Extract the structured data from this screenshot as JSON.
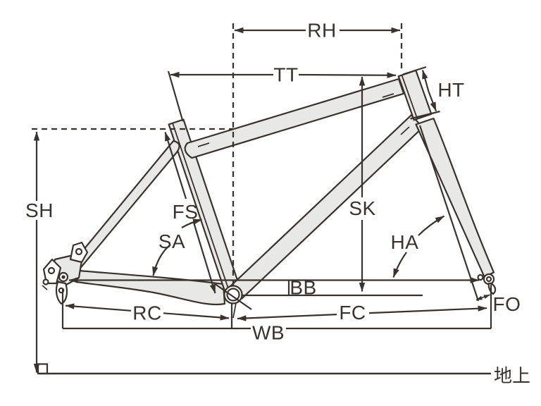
{
  "diagram": {
    "type": "bicycle-frame-geometry",
    "labels": {
      "rh": "RH",
      "tt": "TT",
      "ht": "HT",
      "sh": "SH",
      "fs": "FS",
      "sa": "SA",
      "sk": "SK",
      "ha": "HA",
      "bb": "BB",
      "rc": "RC",
      "fc": "FC",
      "wb": "WB",
      "fo": "FO",
      "ground": "地上"
    },
    "colors": {
      "line": "#3a322c",
      "tube_fill": "#e8e8e6",
      "background": "#ffffff"
    }
  }
}
